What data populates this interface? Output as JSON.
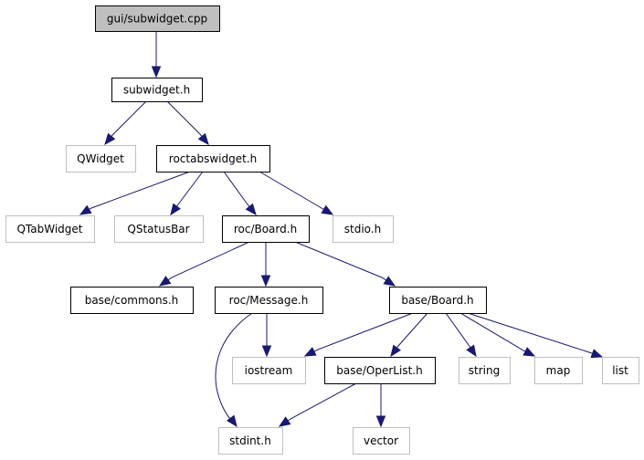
{
  "graph": {
    "edge_color": "#191970",
    "root_fill": "#bfbfbf",
    "external_border": "#bfbfbf",
    "nodes": [
      {
        "id": "subwidget_cpp",
        "label": "gui/subwidget.cpp",
        "kind": "root",
        "link": true
      },
      {
        "id": "subwidget_h",
        "label": "subwidget.h",
        "kind": "local",
        "link": true
      },
      {
        "id": "qwidget",
        "label": "QWidget",
        "kind": "external",
        "link": false
      },
      {
        "id": "roctabswidget_h",
        "label": "roctabswidget.h",
        "kind": "local",
        "link": true
      },
      {
        "id": "qtabwidget",
        "label": "QTabWidget",
        "kind": "external",
        "link": false
      },
      {
        "id": "qstatusbar",
        "label": "QStatusBar",
        "kind": "external",
        "link": false
      },
      {
        "id": "roc_board_h",
        "label": "roc/Board.h",
        "kind": "local",
        "link": true
      },
      {
        "id": "stdio_h",
        "label": "stdio.h",
        "kind": "external",
        "link": false
      },
      {
        "id": "base_commons_h",
        "label": "base/commons.h",
        "kind": "local",
        "link": true
      },
      {
        "id": "roc_message_h",
        "label": "roc/Message.h",
        "kind": "local",
        "link": true
      },
      {
        "id": "base_board_h",
        "label": "base/Board.h",
        "kind": "local",
        "link": true
      },
      {
        "id": "iostream",
        "label": "iostream",
        "kind": "external",
        "link": false
      },
      {
        "id": "base_operlist_h",
        "label": "base/OperList.h",
        "kind": "local",
        "link": true
      },
      {
        "id": "string",
        "label": "string",
        "kind": "external",
        "link": false
      },
      {
        "id": "map",
        "label": "map",
        "kind": "external",
        "link": false
      },
      {
        "id": "list",
        "label": "list",
        "kind": "external",
        "link": false
      },
      {
        "id": "stdint_h",
        "label": "stdint.h",
        "kind": "external",
        "link": false
      },
      {
        "id": "vector",
        "label": "vector",
        "kind": "external",
        "link": false
      }
    ],
    "edges": [
      {
        "from": "subwidget_cpp",
        "to": "subwidget_h"
      },
      {
        "from": "subwidget_h",
        "to": "qwidget"
      },
      {
        "from": "subwidget_h",
        "to": "roctabswidget_h"
      },
      {
        "from": "roctabswidget_h",
        "to": "qtabwidget"
      },
      {
        "from": "roctabswidget_h",
        "to": "qstatusbar"
      },
      {
        "from": "roctabswidget_h",
        "to": "roc_board_h"
      },
      {
        "from": "roctabswidget_h",
        "to": "stdio_h"
      },
      {
        "from": "roc_board_h",
        "to": "base_commons_h"
      },
      {
        "from": "roc_board_h",
        "to": "roc_message_h"
      },
      {
        "from": "roc_board_h",
        "to": "base_board_h"
      },
      {
        "from": "roc_message_h",
        "to": "iostream"
      },
      {
        "from": "roc_message_h",
        "to": "stdint_h"
      },
      {
        "from": "base_board_h",
        "to": "iostream"
      },
      {
        "from": "base_board_h",
        "to": "base_operlist_h"
      },
      {
        "from": "base_board_h",
        "to": "string"
      },
      {
        "from": "base_board_h",
        "to": "map"
      },
      {
        "from": "base_board_h",
        "to": "list"
      },
      {
        "from": "base_operlist_h",
        "to": "stdint_h"
      },
      {
        "from": "base_operlist_h",
        "to": "vector"
      }
    ]
  }
}
